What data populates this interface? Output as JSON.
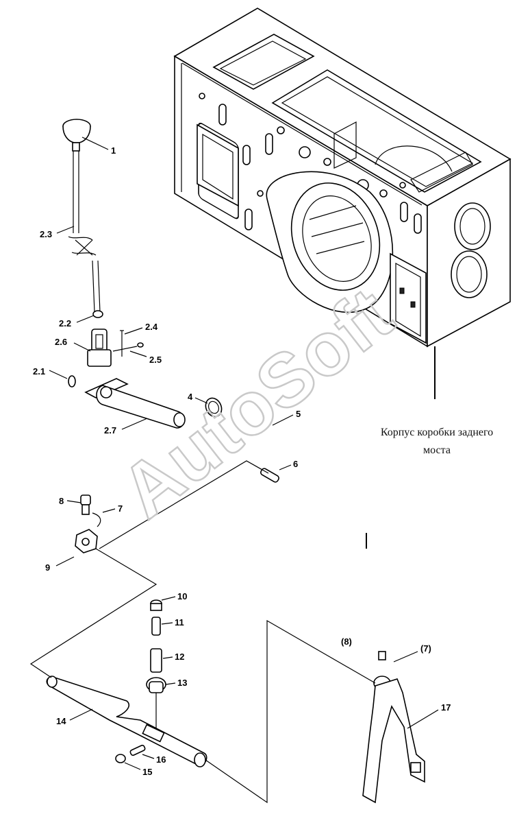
{
  "caption": {
    "line1": "Корпус коробки заднего",
    "line2": "моста"
  },
  "watermark": "AutoSoft",
  "labels": {
    "l1": "1",
    "l2_3": "2.3",
    "l2_2": "2.2",
    "l2_4": "2.4",
    "l2_6": "2.6",
    "l2_5": "2.5",
    "l2_1": "2.1",
    "l2_7": "2.7",
    "l4": "4",
    "l5": "5",
    "l6": "6",
    "l8": "8",
    "l7": "7",
    "l9": "9",
    "l10": "10",
    "l11": "11",
    "l12": "12",
    "l13": "13",
    "l14": "14",
    "l16": "16",
    "l15": "15",
    "l8b": "(8)",
    "l7b": "(7)",
    "l17": "17"
  }
}
